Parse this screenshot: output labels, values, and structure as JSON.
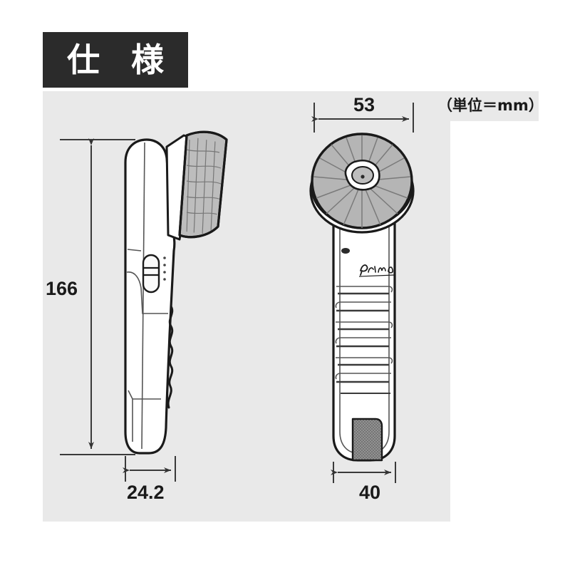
{
  "page": {
    "background_color": "#ffffff",
    "panel_color": "#e9e9e9",
    "banner_color": "#2b2b2b",
    "ink_color": "#1a1a1a"
  },
  "header": {
    "title": "仕 様",
    "unit_note": "（単位＝mm）"
  },
  "drawing": {
    "product_logo": "Prima",
    "views": [
      {
        "name": "side-view",
        "label": "side profile of handheld brush"
      },
      {
        "name": "front-view",
        "label": "front elevation of handheld brush"
      }
    ]
  },
  "dimensions": {
    "height": {
      "value": "166",
      "unit": "mm",
      "view": "side-view",
      "orientation": "vertical"
    },
    "depth": {
      "value": "24.2",
      "unit": "mm",
      "view": "side-view",
      "orientation": "horizontal"
    },
    "head_width": {
      "value": "53",
      "unit": "mm",
      "view": "front-view",
      "orientation": "horizontal"
    },
    "body_width": {
      "value": "40",
      "unit": "mm",
      "view": "front-view",
      "orientation": "horizontal"
    }
  }
}
